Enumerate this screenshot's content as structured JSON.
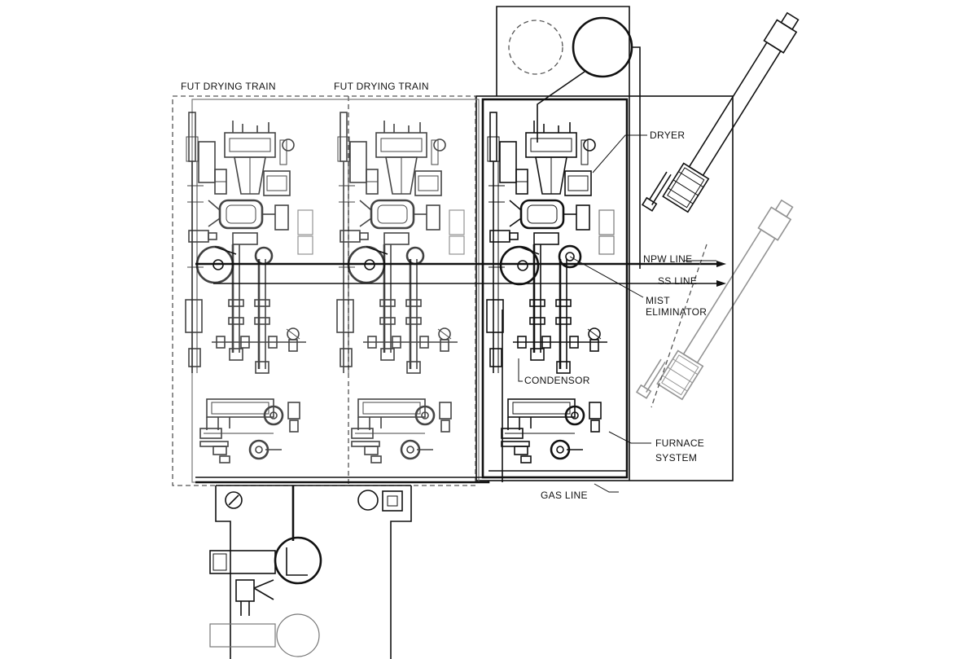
{
  "labels": {
    "fut_train_1": "FUT DRYING TRAIN",
    "fut_train_2": "FUT DRYING TRAIN",
    "dryer": "DRYER",
    "npw_line": "NPW LINE",
    "ss_line": "SS LINE",
    "mist_line1": "MIST",
    "mist_line2": "ELIMINATOR",
    "condensor": "CONDENSOR",
    "furnace_line1": "FURNACE",
    "furnace_line2": "SYSTEM",
    "gas_line": "GAS LINE"
  },
  "colors": {
    "ink": "#111111",
    "ghost": "#777777",
    "background": "#ffffff"
  }
}
